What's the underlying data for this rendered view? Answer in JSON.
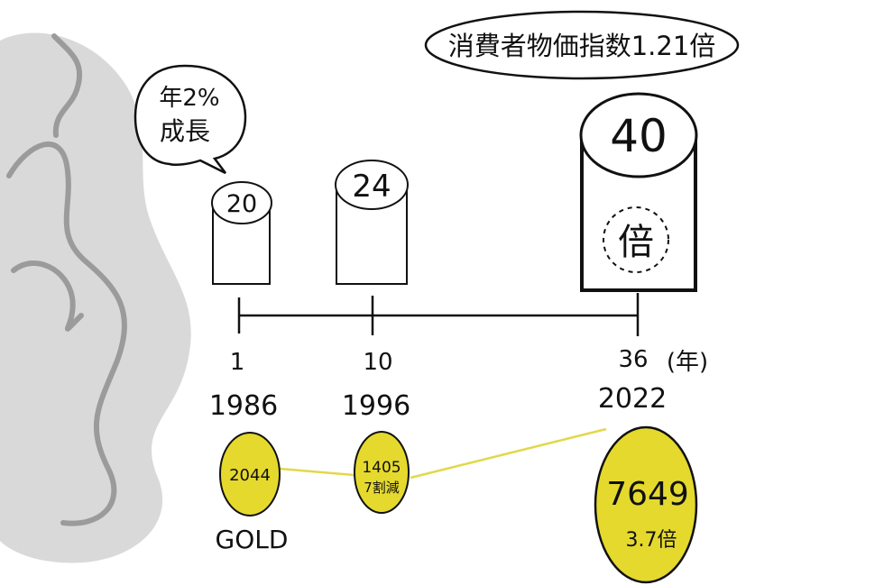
{
  "speech_bubble": {
    "line1": "年2%",
    "line2": "成長"
  },
  "cpi_note": "消費者物価指数1.21倍",
  "bars": [
    {
      "value": "20"
    },
    {
      "value": "24"
    },
    {
      "value": "40",
      "badge": "倍"
    }
  ],
  "axis": {
    "unit": "(年)",
    "ticks": [
      "1",
      "10",
      "36"
    ]
  },
  "years": [
    "1986",
    "1996",
    "2022"
  ],
  "gold": {
    "label": "GOLD",
    "points": [
      {
        "value": "2044",
        "note": ""
      },
      {
        "value": "1405",
        "note": "7割減"
      },
      {
        "value": "7649",
        "note": "3.7倍"
      }
    ]
  },
  "colors": {
    "gold_fill": "#E5D92E",
    "gold_line": "#E2D84A",
    "gray_blob": "#D9D9D9",
    "gray_scribble": "#9B9B9B",
    "ink": "#111111"
  }
}
